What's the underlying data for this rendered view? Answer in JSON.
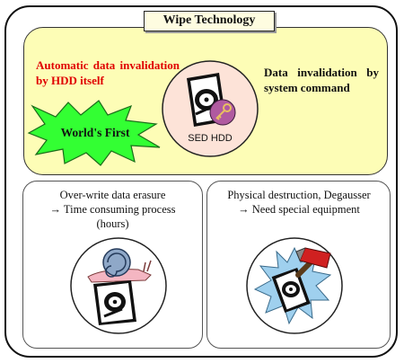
{
  "title": "Wipe Technology",
  "top_panel": {
    "auto_text": "Automatic data invalidation by HDD itself",
    "badge": "World's First",
    "disk_label": "SED HDD",
    "system_text": "Data invalidation by system command"
  },
  "bottom_left": {
    "line1": "Over-write data erasure",
    "line2": "→ Time consuming process (hours)"
  },
  "bottom_right": {
    "line1": "Physical destruction, Degausser",
    "line2": "→ Need special equipment"
  },
  "colors": {
    "panel_yellow": "#fdfdb6",
    "badge_green": "#33ff33",
    "accent_red": "#e00000",
    "disk_circle": "#fde3d8",
    "key_badge": "#b05aa0"
  },
  "icons": [
    "hdd-icon",
    "key-icon",
    "snail-icon",
    "hammer-icon",
    "starburst-badge"
  ]
}
